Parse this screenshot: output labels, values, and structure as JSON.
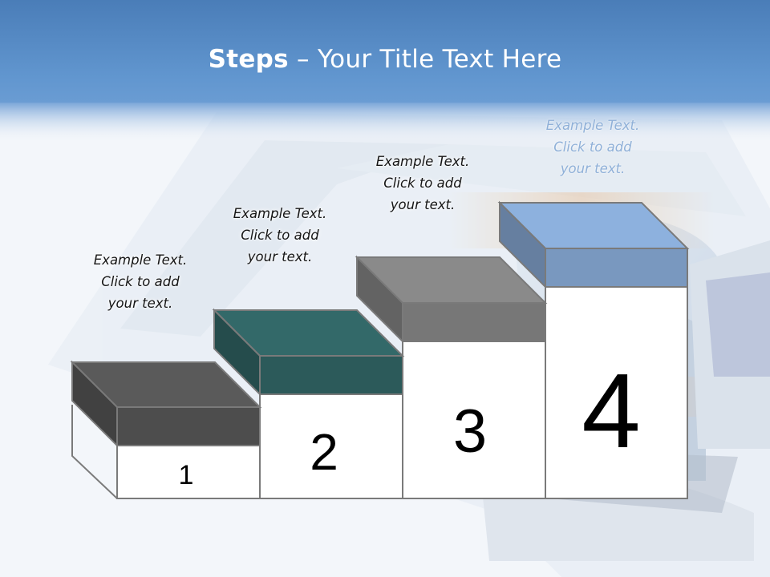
{
  "slide": {
    "title_bold": "Steps",
    "title_rest": " – Your Title Text Here"
  },
  "steps": [
    {
      "number": "1",
      "color": "#5a5a5a",
      "text": [
        "Example Text.",
        "Click  to add",
        "your text."
      ]
    },
    {
      "number": "2",
      "color": "#336969",
      "text": [
        "Example Text.",
        "Click  to add",
        "your text."
      ]
    },
    {
      "number": "3",
      "color": "#8a8a8a",
      "text": [
        "Example Text.",
        "Click  to add",
        "your text."
      ]
    },
    {
      "number": "4",
      "color": "#8db1de",
      "text": [
        "Example Text.",
        "Click  to add",
        "your text."
      ]
    }
  ],
  "colors": {
    "header_top": "#4a7db8",
    "header_mid": "#5e93cd",
    "background": "#f3f6fa",
    "frame_line": "#7a7a7a"
  }
}
